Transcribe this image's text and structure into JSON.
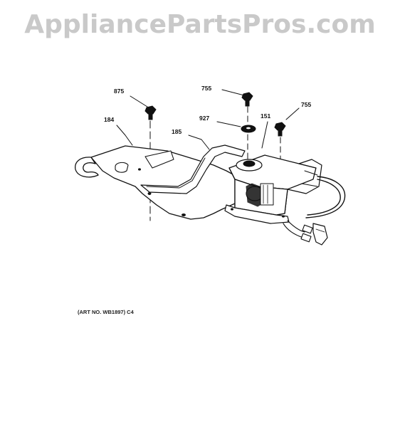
{
  "watermark": "AppliancePartsPros.com",
  "art_number": "(ART NO. WB1897) C4",
  "callouts": [
    {
      "id": "875",
      "label": "875"
    },
    {
      "id": "755a",
      "label": "755"
    },
    {
      "id": "927",
      "label": "927"
    },
    {
      "id": "151",
      "label": "151"
    },
    {
      "id": "755b",
      "label": "755"
    },
    {
      "id": "184",
      "label": "184"
    },
    {
      "id": "185",
      "label": "185"
    }
  ]
}
